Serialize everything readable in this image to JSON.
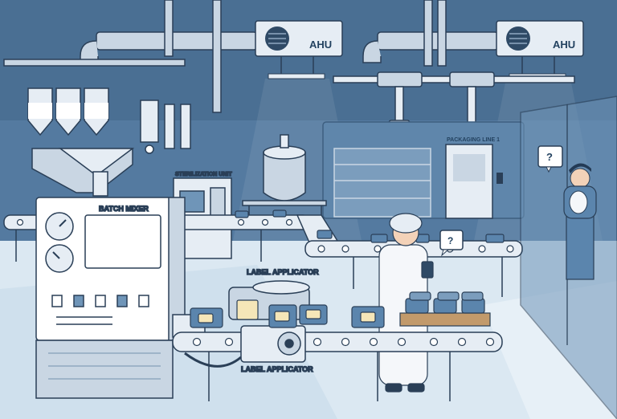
{
  "labels": {
    "ahu_left": "AHU",
    "ahu_right": "AHU",
    "batch_mixer": "BATCH MIXER",
    "sterilization_unit": "STERILIZATION UNIT",
    "packaging_line": "PACKAGING LINE 1",
    "label_applicator_top": "LABEL APPLICATOR",
    "label_applicator_bottom": "LABEL APPLICATOR"
  },
  "speech_bubbles": {
    "worker": "?",
    "observer": "?"
  },
  "colors": {
    "wall": "#4a6f93",
    "wall_dark": "#3e5f80",
    "floor": "#dbe8f2",
    "steel": "#c9d6e3",
    "steel_light": "#e6edf4",
    "accent": "#5b85ad",
    "outline": "#2a3f57"
  }
}
